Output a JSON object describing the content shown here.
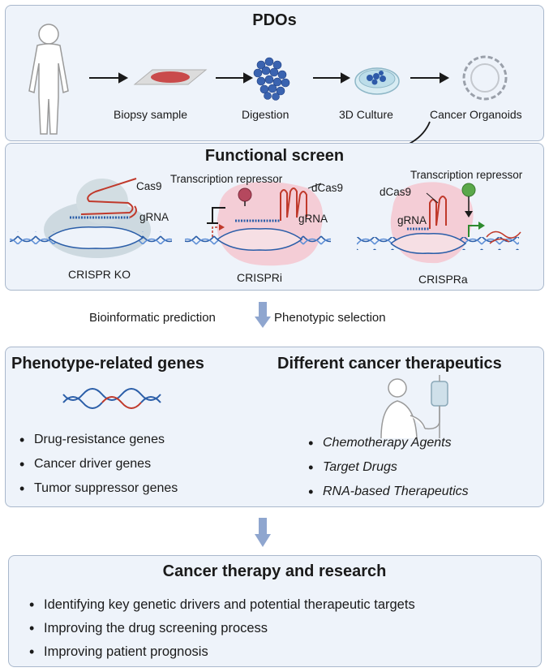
{
  "pdos": {
    "title": "PDOs",
    "steps": [
      {
        "label": "Biopsy sample"
      },
      {
        "label": "Digestion"
      },
      {
        "label": "3D Culture"
      },
      {
        "label": "Cancer Organoids"
      }
    ]
  },
  "functional": {
    "title": "Functional screen",
    "ko": {
      "caption": "CRISPR KO",
      "cas9": "Cas9",
      "grna": "gRNA"
    },
    "crispri": {
      "caption": "CRISPRi",
      "repressor": "Transcription repressor",
      "dcas9": "dCas9",
      "grna": "gRNA"
    },
    "crispra": {
      "caption": "CRISPRa",
      "repressor": "Transcription repressor",
      "dcas9": "dCas9",
      "grna": "gRNA"
    }
  },
  "flow1": {
    "left": "Bioinformatic prediction",
    "right": "Phenotypic selection"
  },
  "genes": {
    "title": "Phenotype-related genes",
    "items": [
      "Drug-resistance genes",
      "Cancer driver genes",
      "Tumor suppressor genes"
    ]
  },
  "therapeutics": {
    "title": "Different cancer therapeutics",
    "items": [
      "Chemotherapy Agents",
      "Target Drugs",
      "RNA-based Therapeutics"
    ]
  },
  "research": {
    "title": "Cancer therapy and research",
    "items": [
      "Identifying key genetic drivers and potential therapeutic targets",
      "Improving the drug screening process",
      "Improving patient prognosis"
    ]
  },
  "colors": {
    "panel_bg": "#eef3fa",
    "panel_border": "#a9b8cc",
    "arrow_blue": "#8fa6cf",
    "dna_blue": "#2b5ea8",
    "dna_red": "#c0392b",
    "pink": "#f4c6cf",
    "grey_blob": "#c9d6dd"
  }
}
